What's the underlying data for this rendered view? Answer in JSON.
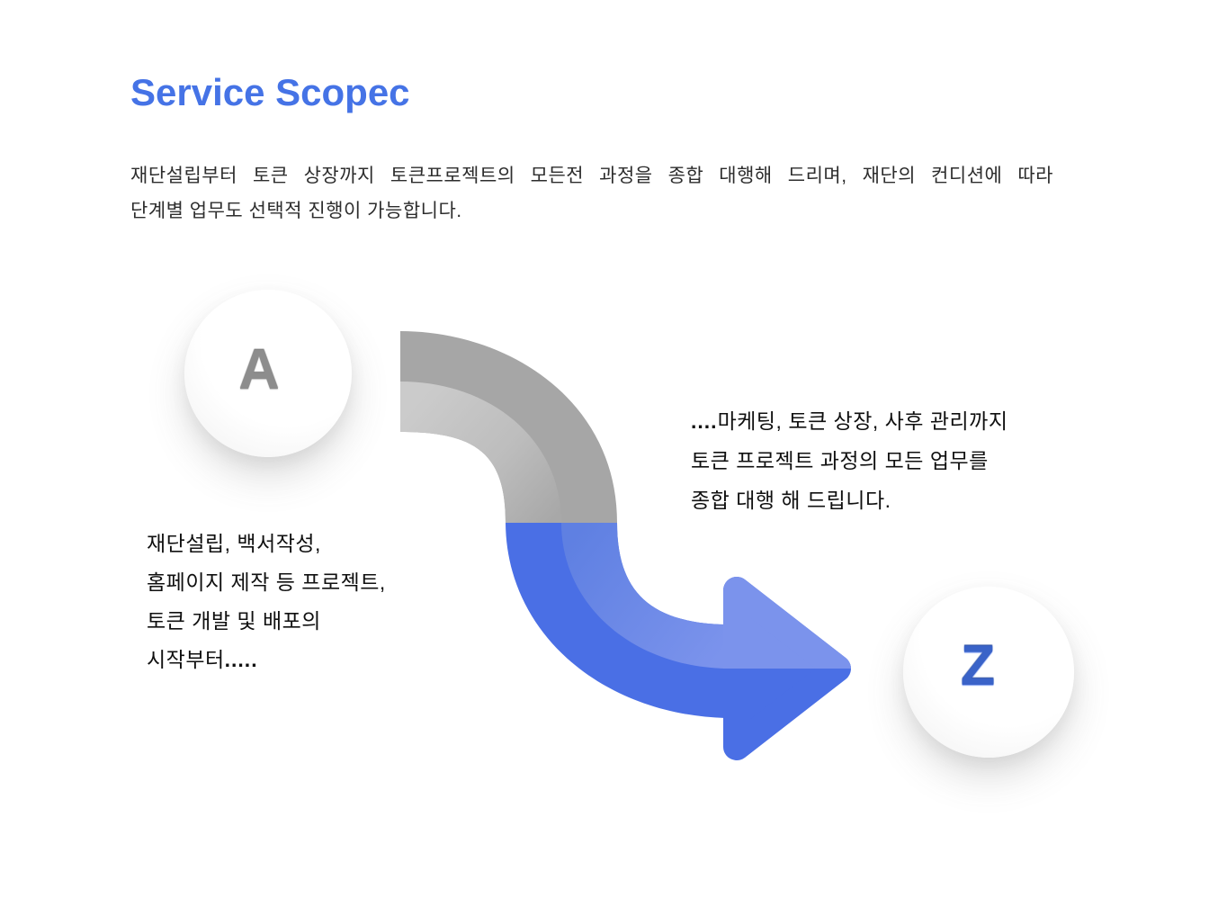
{
  "title": {
    "text": "Service Scopec",
    "color": "#4573e6"
  },
  "description": {
    "line1": "재단설립부터 토큰 상장까지 토큰프로젝트의 모든전 과정을 종합 대행해 드리며, 재단의 컨디션에 따라",
    "line2": "단계별 업무도 선택적 진행이 가능합니다."
  },
  "diagram": {
    "start_node": {
      "letter": "A",
      "letter_color": "#8d8d8d"
    },
    "end_node": {
      "letter": "Z",
      "letter_color": "#3a63c8"
    },
    "arrow_colors": {
      "gray_dark": "#a6a6a6",
      "gray_light": "#c9c9c9",
      "blue_dark": "#4a6fe5",
      "blue_light": "#7b93ec"
    },
    "left_note": {
      "line1": "재단설립, 백서작성,",
      "line2": "홈페이지 제작 등 프로젝트,",
      "line3": "토큰 개발 및 배포의",
      "line4_text": "시작부터",
      "line4_dots": "....."
    },
    "right_note": {
      "line1_dots": "....",
      "line1_text": "마케팅, 토큰 상장, 사후 관리까지",
      "line2": "토큰 프로젝트 과정의 모든 업무를",
      "line3": "종합 대행 해 드립니다."
    }
  }
}
